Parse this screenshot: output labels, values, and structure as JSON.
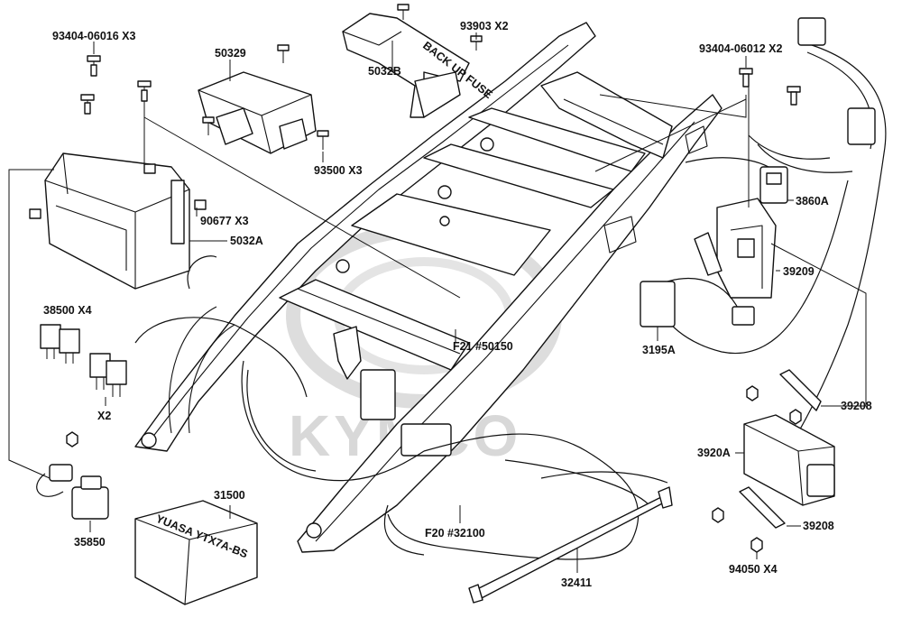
{
  "watermark": {
    "text": "KYMCO"
  },
  "battery_label": {
    "text": "YUASA YTX7A-BS"
  },
  "cover_label": {
    "text": "BACK UP FUSE"
  },
  "parts": [
    {
      "id": "p93404-06016",
      "text": "93404-06016 X3"
    },
    {
      "id": "p50329",
      "text": "50329"
    },
    {
      "id": "p5032B",
      "text": "5032B"
    },
    {
      "id": "p93903",
      "text": "93903  X2"
    },
    {
      "id": "p93404-06012",
      "text": "93404-06012 X2"
    },
    {
      "id": "p93500",
      "text": "93500   X3"
    },
    {
      "id": "p90677",
      "text": "90677  X3"
    },
    {
      "id": "p5032A",
      "text": "5032A"
    },
    {
      "id": "p3860A",
      "text": "3860A"
    },
    {
      "id": "p39209",
      "text": "39209"
    },
    {
      "id": "p38500",
      "text": "38500 X4"
    },
    {
      "id": "pF21",
      "text": "F21 #50150"
    },
    {
      "id": "p3195A",
      "text": "3195A"
    },
    {
      "id": "pX2",
      "text": "X2"
    },
    {
      "id": "p39208a",
      "text": "39208"
    },
    {
      "id": "p3920A",
      "text": "3920A"
    },
    {
      "id": "p31500",
      "text": "31500"
    },
    {
      "id": "p35850",
      "text": "35850"
    },
    {
      "id": "pF20",
      "text": "F20 #32100"
    },
    {
      "id": "p39208b",
      "text": "39208"
    },
    {
      "id": "p94050",
      "text": "94050  X4"
    },
    {
      "id": "p32411",
      "text": "32411"
    }
  ]
}
